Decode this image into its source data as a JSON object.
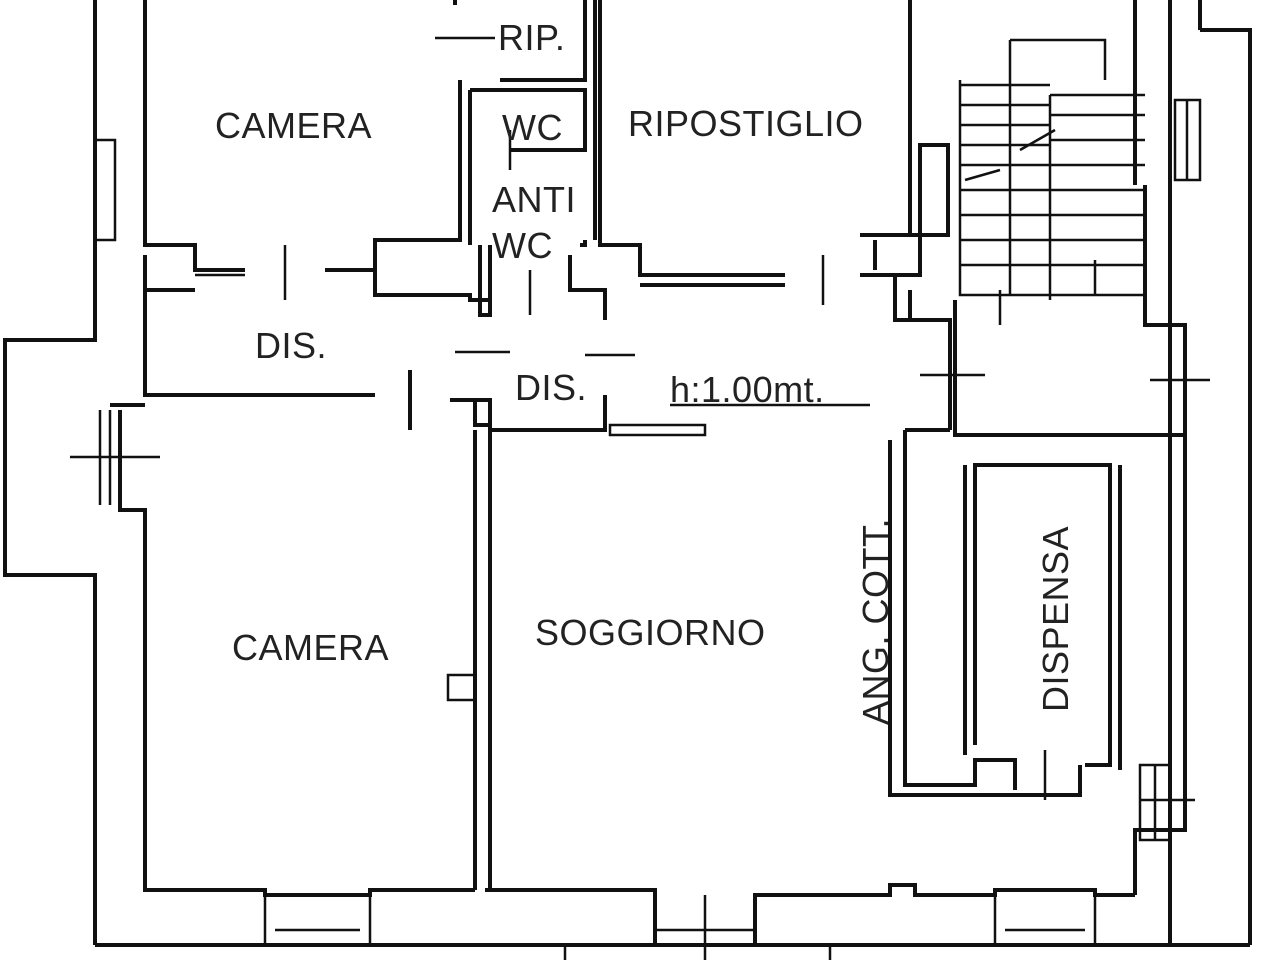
{
  "rooms": {
    "rip": "RIP.",
    "camera_top": "CAMERA",
    "wc": "WC",
    "ripostiglio": "RIPOSTIGLIO",
    "anti": "ANTI",
    "anti_wc": "WC",
    "dis_left": "DIS.",
    "dis_center": "DIS.",
    "height_note": "h:1.00mt.",
    "camera_bottom": "CAMERA",
    "soggiorno": "SOGGIORNO",
    "ang_cott": "ANG. COTT.",
    "dispensa": "DISPENSA"
  }
}
